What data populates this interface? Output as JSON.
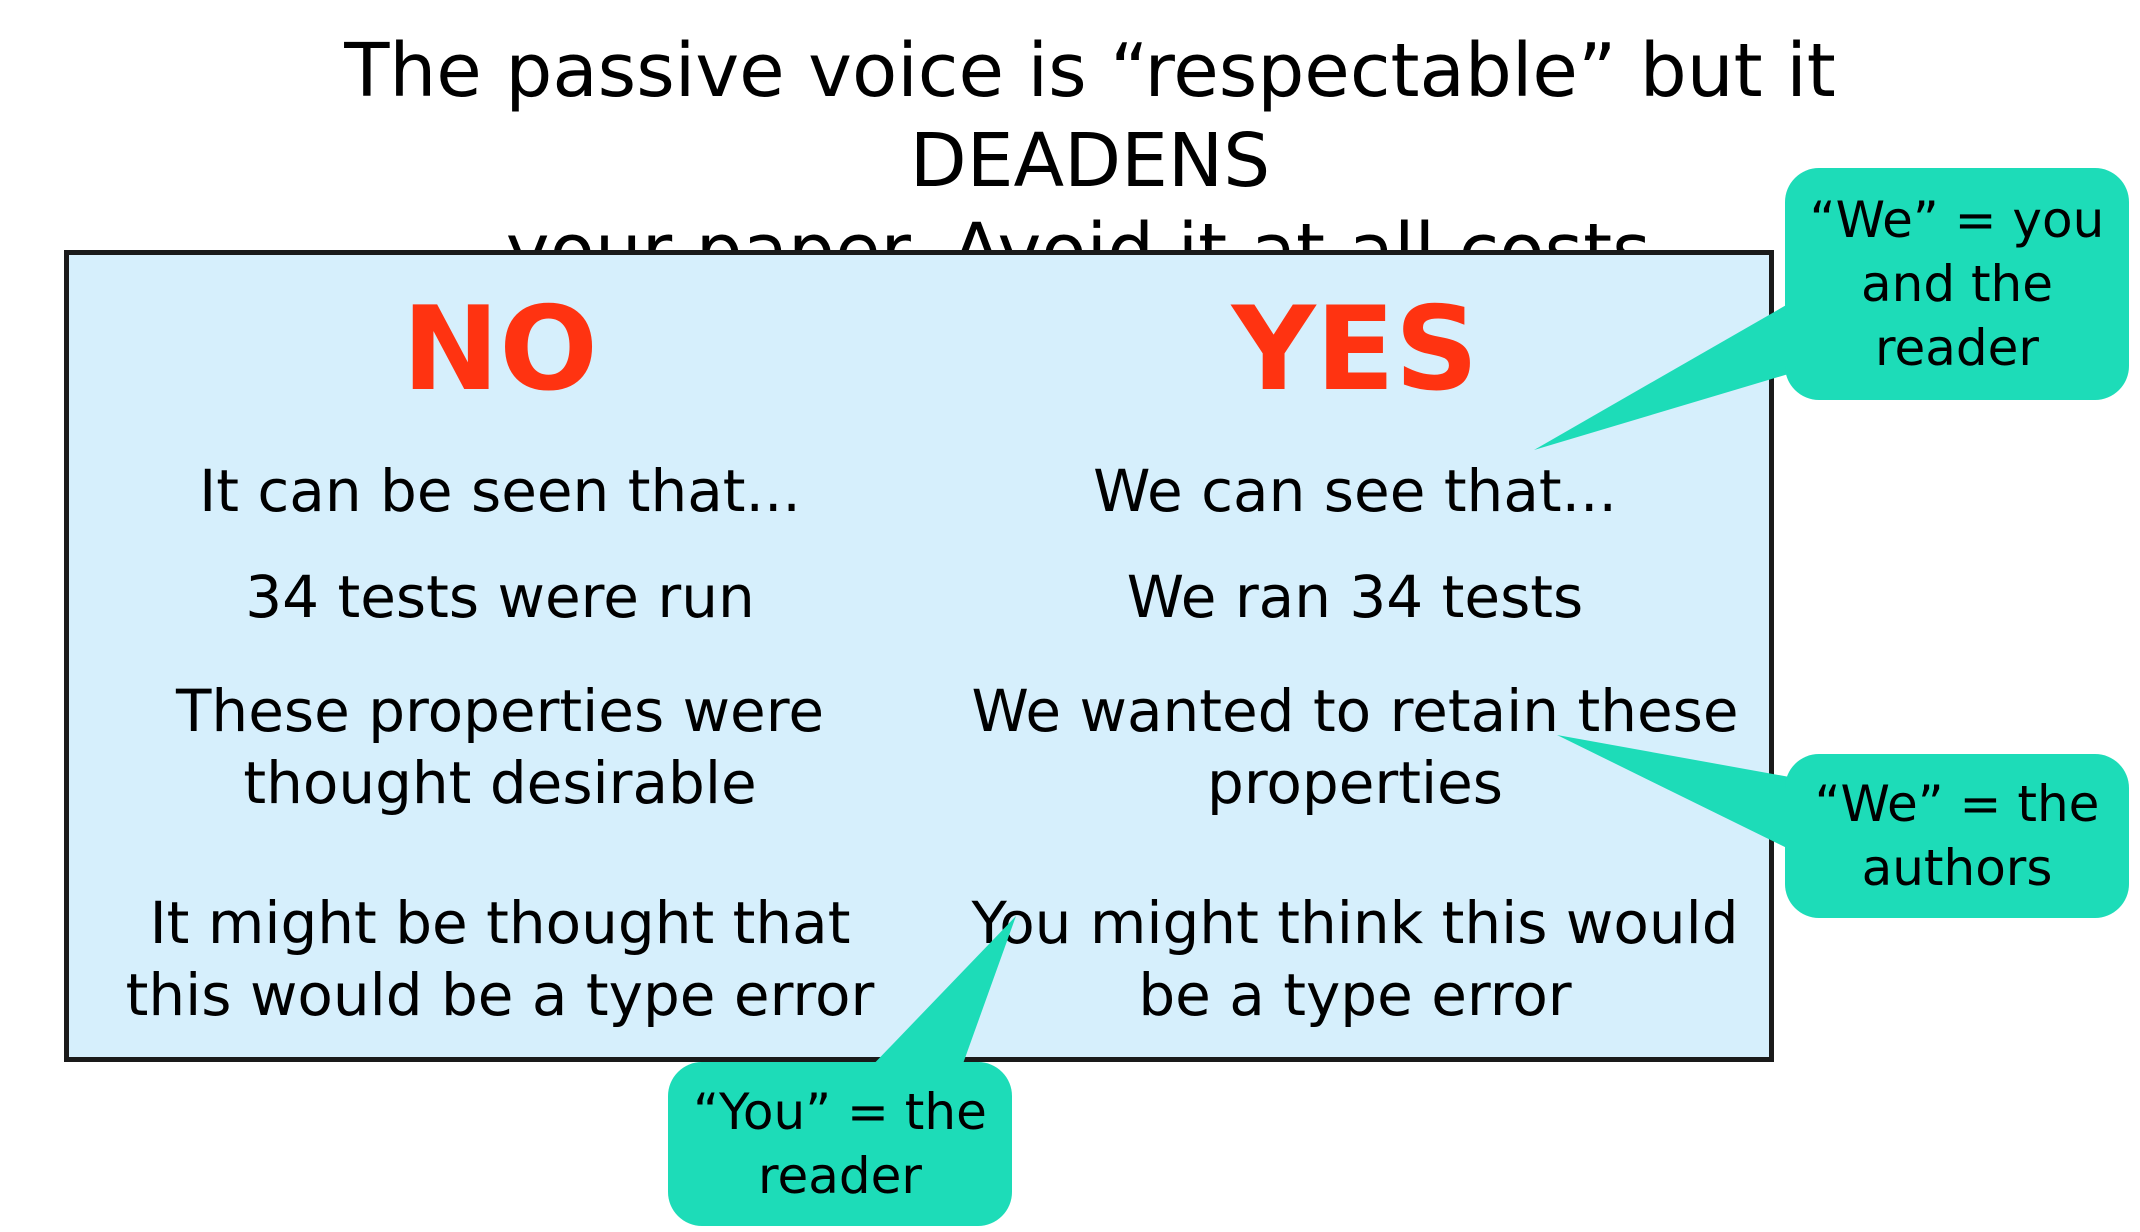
{
  "title": {
    "line1": "The passive voice is “respectable” but it DEADENS",
    "line2": "your paper.  Avoid it at all costs."
  },
  "comparison": {
    "no_heading": "NO",
    "yes_heading": "YES",
    "rows": [
      {
        "no": [
          "It can be seen that..."
        ],
        "yes": [
          "We can see that..."
        ]
      },
      {
        "no": [
          "34 tests were run"
        ],
        "yes": [
          "We ran 34 tests"
        ]
      },
      {
        "no": [
          "These properties were",
          "thought desirable"
        ],
        "yes": [
          "We wanted to retain these",
          "properties"
        ]
      },
      {
        "no": [
          "It might be thought that",
          "this would be a type error"
        ],
        "yes": [
          "You might think this would",
          "be a type error"
        ]
      }
    ]
  },
  "callouts": {
    "we_you": [
      "“We” = you",
      "and the",
      "reader"
    ],
    "we_authors": [
      "“We” = the",
      "authors"
    ],
    "you_reader": [
      "“You” = the",
      "reader"
    ]
  },
  "colors": {
    "panel_background": "#d6effc",
    "heading_red": "#ff3311",
    "callout_teal": "#1ddcb8"
  }
}
